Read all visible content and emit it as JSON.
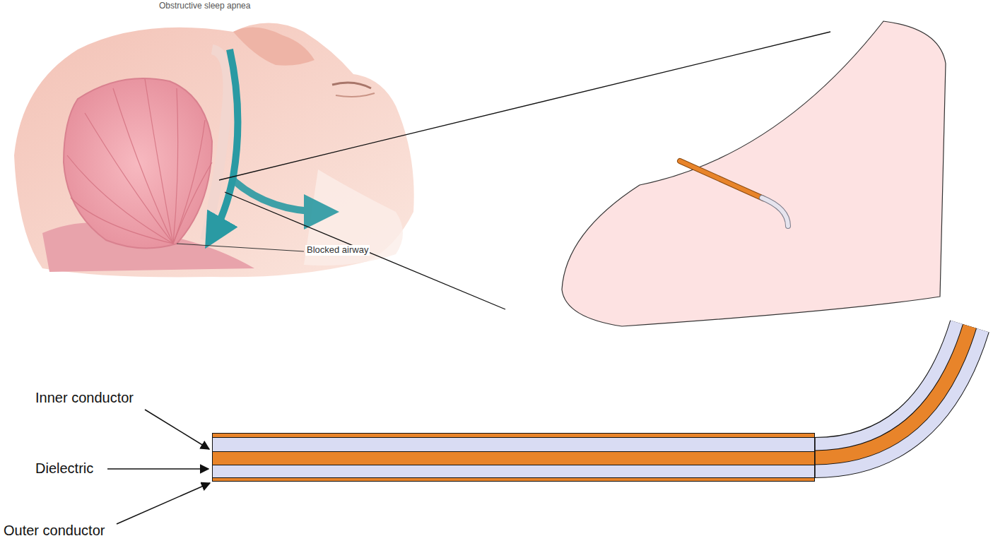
{
  "diagram": {
    "labels": [
      "Obstructive sleep apnea",
      "Blocked airway",
      "Inner conductor",
      "Dielectric",
      "Outer conductor"
    ]
  }
}
